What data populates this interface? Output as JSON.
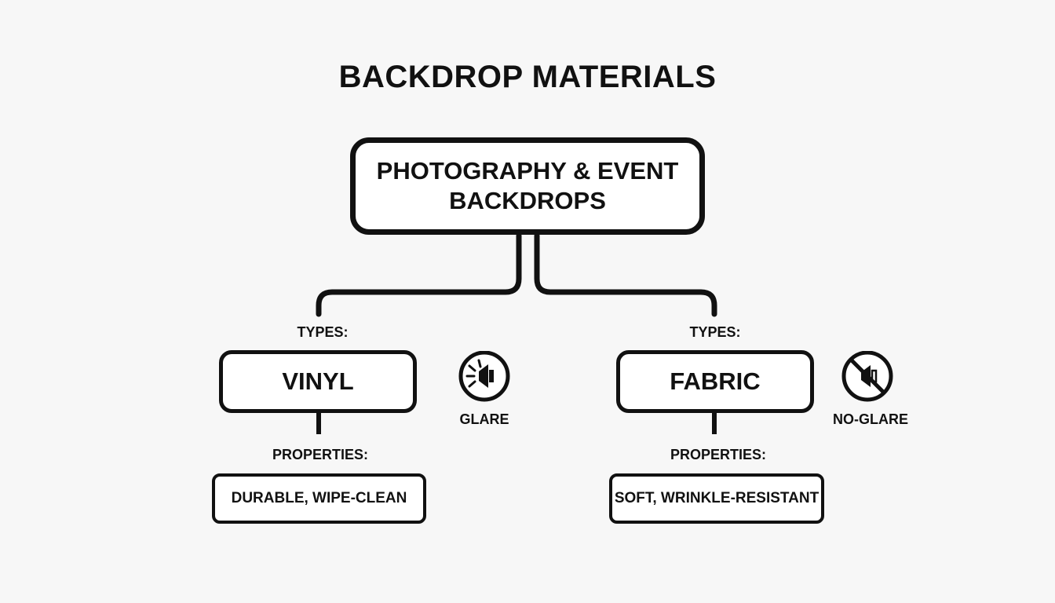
{
  "title": "BACKDROP MATERIALS",
  "root": {
    "line1": "PHOTOGRAPHY & EVENT",
    "line2": "BACKDROPS"
  },
  "branches": [
    {
      "types_label": "TYPES:",
      "type": "VINYL",
      "properties_label": "PROPERTIES:",
      "properties": "DURABLE, WIPE-CLEAN",
      "icon": "glare-icon",
      "icon_label": "GLARE"
    },
    {
      "types_label": "TYPES:",
      "type": "FABRIC",
      "properties_label": "PROPERTIES:",
      "properties": "SOFT, WRINKLE-RESISTANT",
      "icon": "no-glare-icon",
      "icon_label": "NO-GLARE"
    }
  ]
}
